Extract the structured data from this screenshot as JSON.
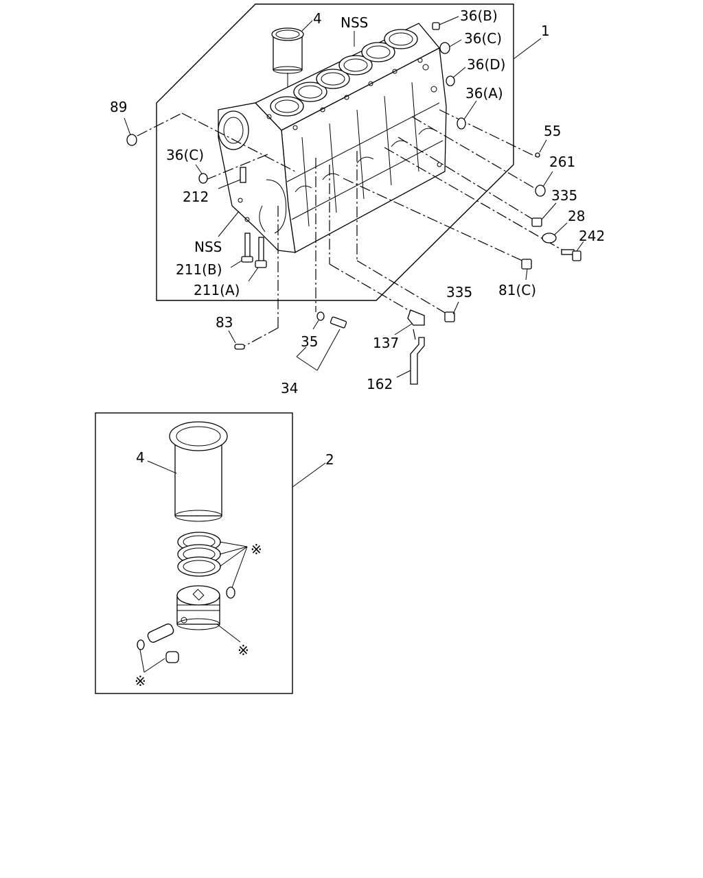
{
  "labels": {
    "l4_top": "4",
    "nss_top": "NSS",
    "l36b": "36(B)",
    "l36c_right": "36(C)",
    "l36d": "36(D)",
    "l36a": "36(A)",
    "l1": "1",
    "l89": "89",
    "l36c_left": "36(C)",
    "l55": "55",
    "l261": "261",
    "l212": "212",
    "l335_right": "335",
    "l28": "28",
    "l242": "242",
    "nss_left": "NSS",
    "l211b": "211(B)",
    "l211a": "211(A)",
    "l81c": "81(C)",
    "l335_bottom": "335",
    "l83": "83",
    "l35": "35",
    "l137": "137",
    "l34": "34",
    "l162": "162",
    "l4_kit": "4",
    "l2": "2",
    "star_rings": "※",
    "star_piston": "※",
    "star_pin": "※"
  }
}
